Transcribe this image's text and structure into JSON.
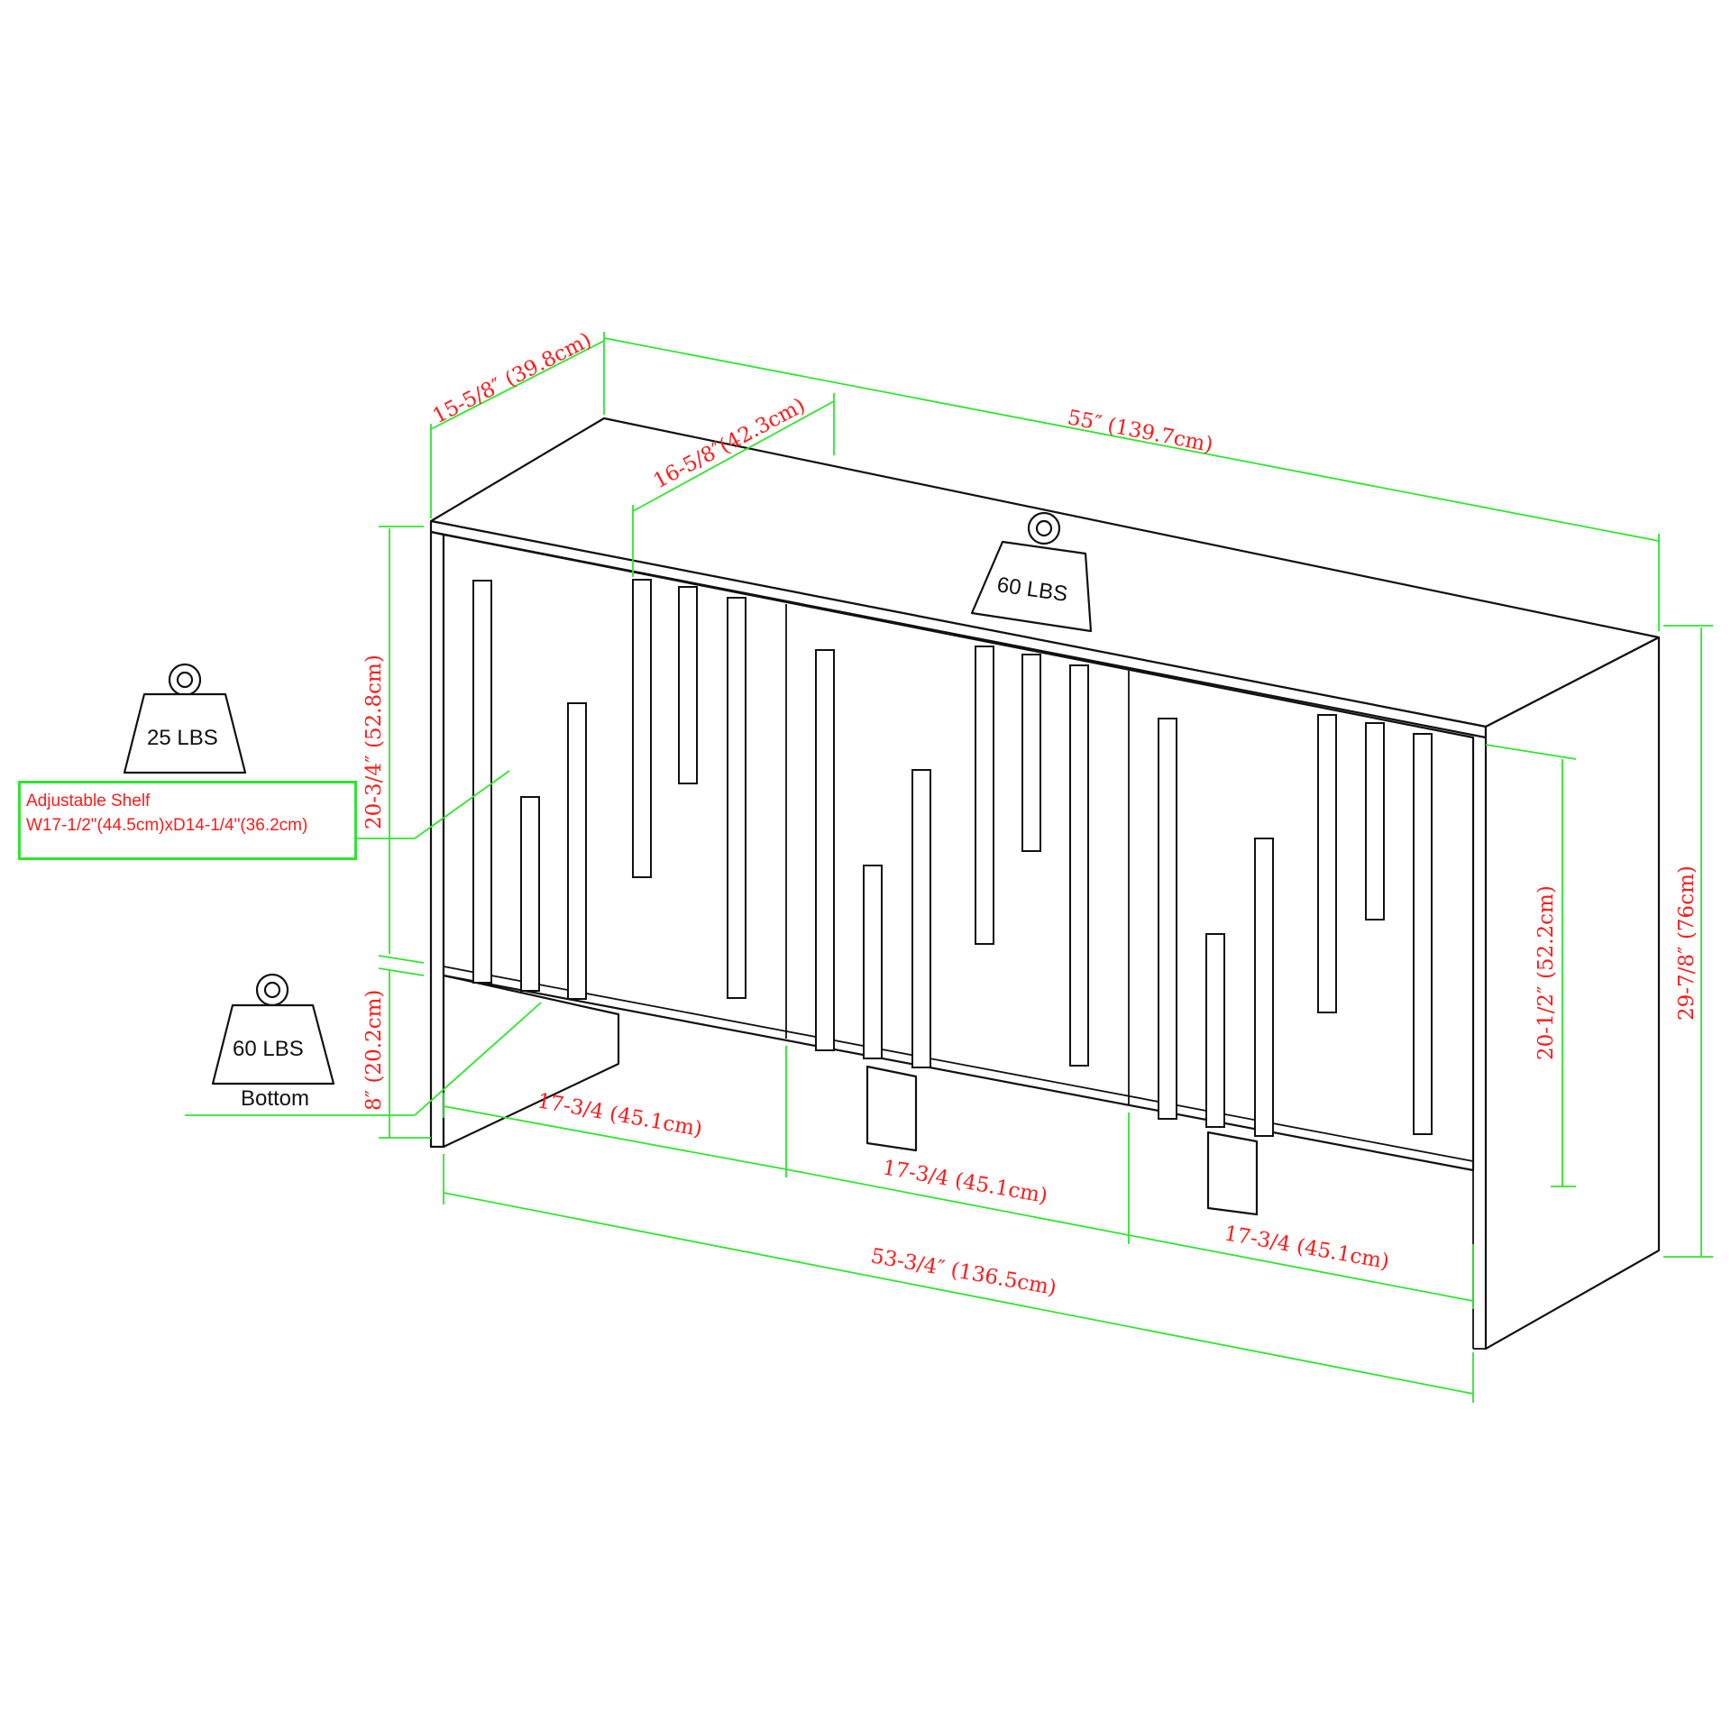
{
  "dimensions": {
    "depth": "15-5/8″ (39.8cm)",
    "width": "55″ (139.7cm)",
    "inner_depth": "16-5/8″(42.3cm)",
    "upper_height": "20-3/4″ (52.8cm)",
    "lower_height": "8″ (20.2cm)",
    "door_height": "20-1/2″ (52.2cm)",
    "total_height": "29-7/8″ (76cm)",
    "door_width_1": "17-3/4 (45.1cm)",
    "door_width_2": "17-3/4 (45.1cm)",
    "door_width_3": "17-3/4 (45.1cm)",
    "inner_width": "53-3/4″ (136.5cm)"
  },
  "weights": {
    "top": "60 LBS",
    "shelf": "25 LBS",
    "bottom": "60 LBS",
    "bottom_label": "Bottom"
  },
  "shelf_callout": {
    "title": "Adjustable Shelf",
    "size": "W17-1/2\"(44.5cm)xD14-1/4\"(36.2cm)"
  },
  "colors": {
    "dimension_line": "#2ee62e",
    "dimension_text": "#ff1a1a",
    "drawing_line": "#111111"
  }
}
